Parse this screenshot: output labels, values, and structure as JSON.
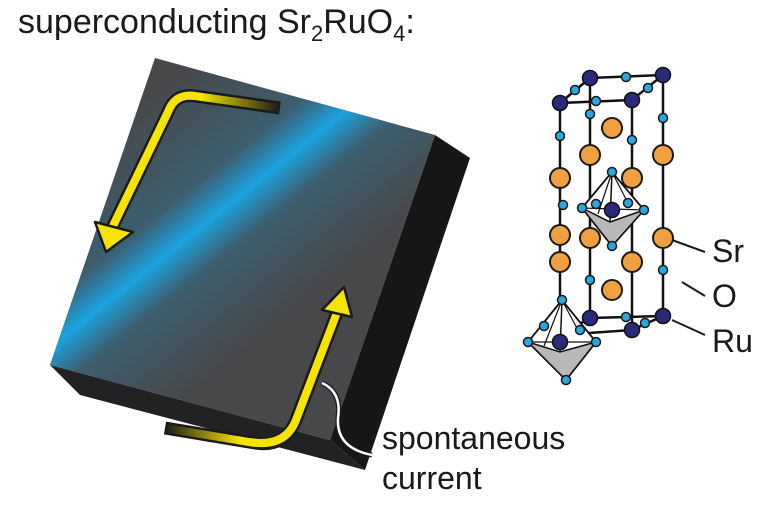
{
  "title": {
    "prefix": "superconducting Sr",
    "sub1": "2",
    "mid": "RuO",
    "sub2": "4",
    "suffix": ":"
  },
  "labels": {
    "sr": "Sr",
    "o": "O",
    "ru": "Ru",
    "current_line1": "spontaneous",
    "current_line2": "current"
  },
  "colors": {
    "slab_top": "#4a4a4c",
    "slab_front": "#2b2b2d",
    "slab_side": "#161617",
    "current_glow": "#1aa3e0",
    "arrow": "#f5e400",
    "sr_atom": "#f0a040",
    "o_atom": "#29a8e0",
    "ru_atom": "#2a2a7a",
    "octahedron": "#b0b0b0"
  }
}
